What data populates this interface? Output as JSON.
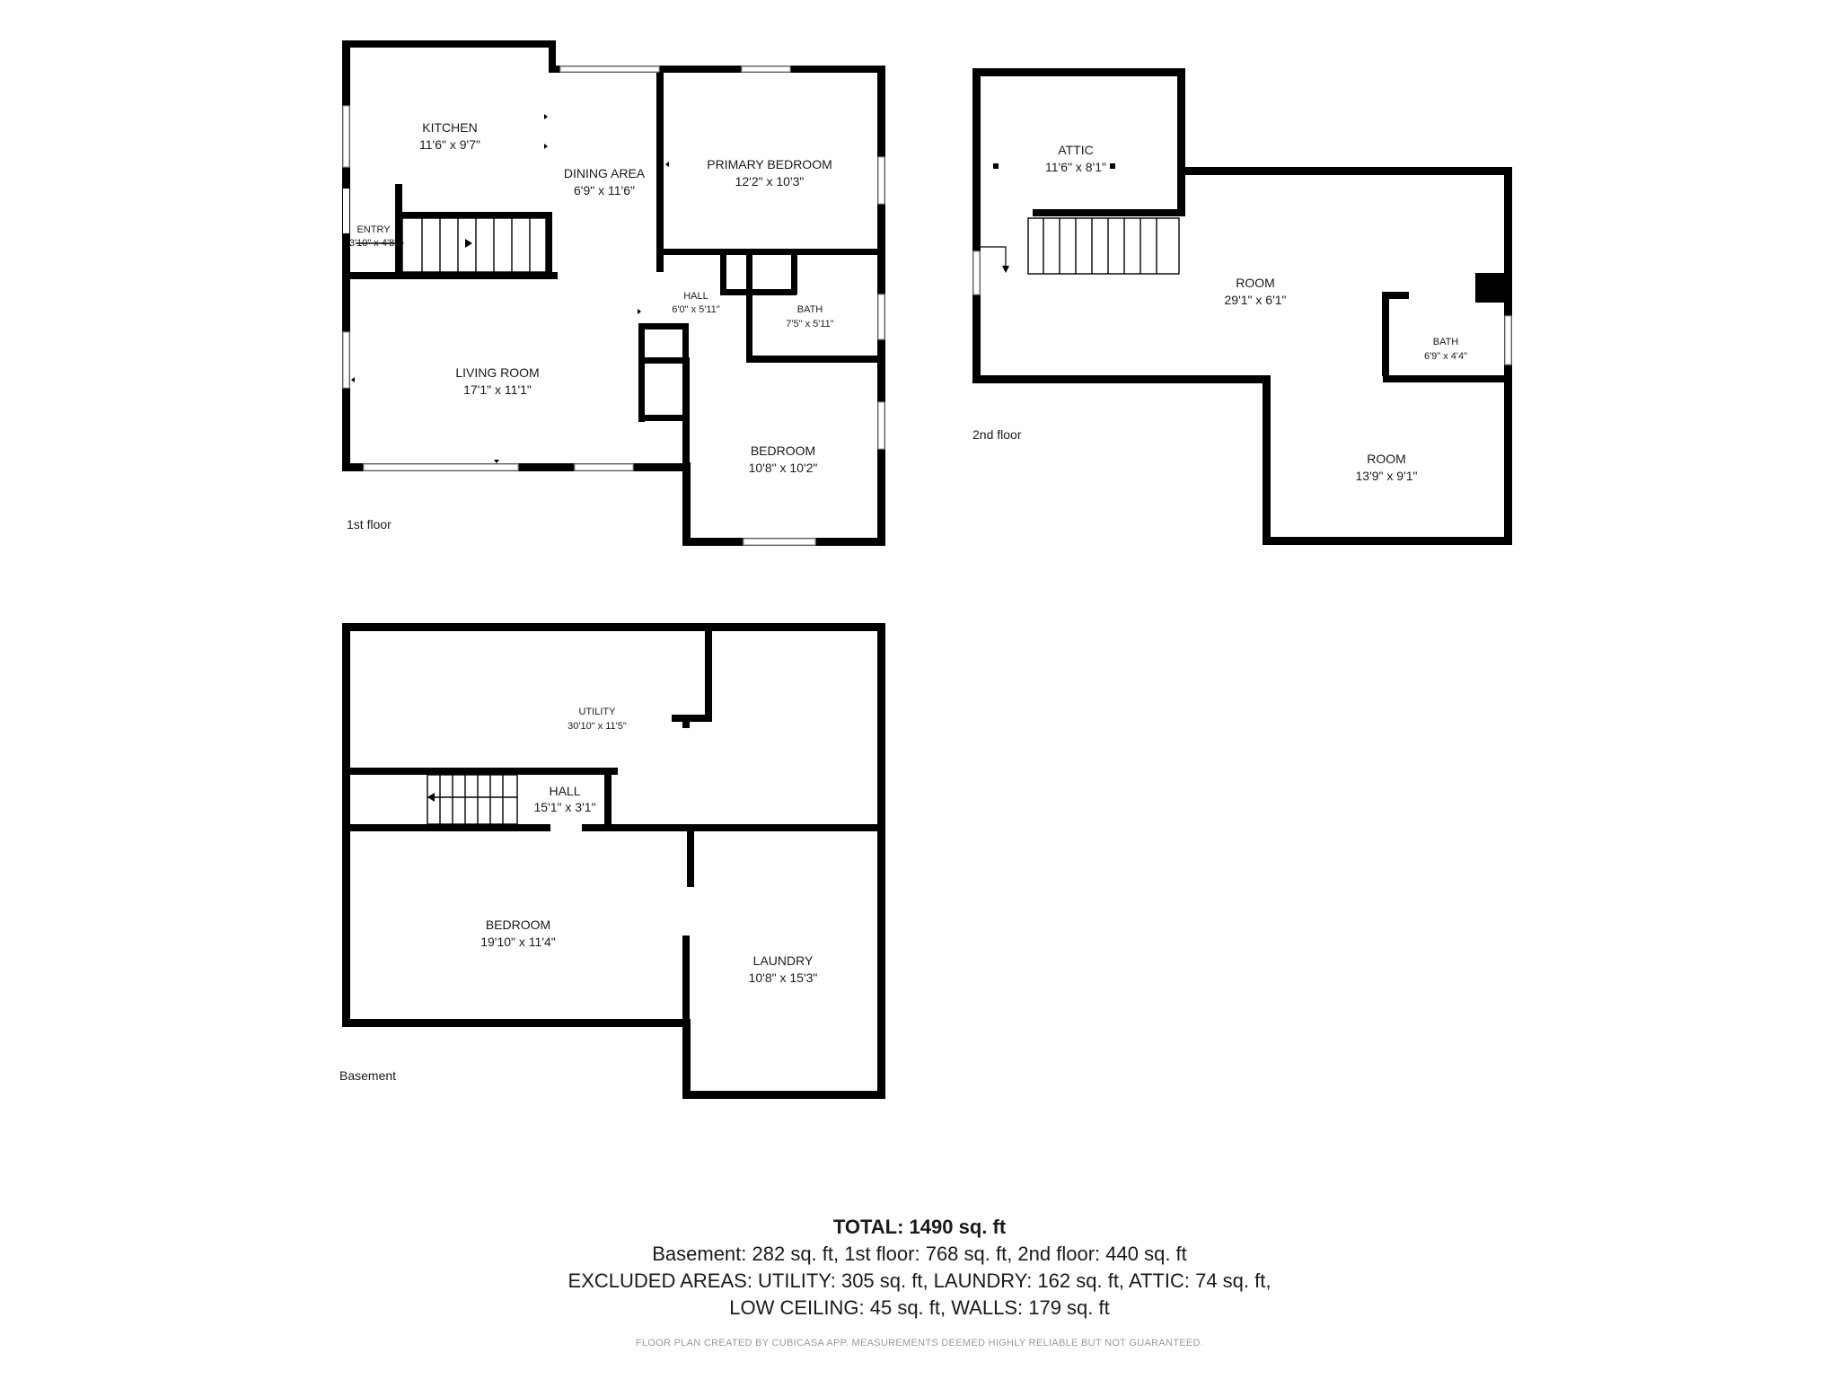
{
  "floors": {
    "first": {
      "name": "1st floor",
      "rooms": {
        "kitchen": {
          "name": "KITCHEN",
          "dims": "11'6\" x 9'7\""
        },
        "dining": {
          "name": "DINING AREA",
          "dims": "6'9\" x 11'6\""
        },
        "primary_bedroom": {
          "name": "PRIMARY BEDROOM",
          "dims": "12'2\" x 10'3\""
        },
        "entry": {
          "name": "ENTRY",
          "dims": "3'10\" x 4'8\""
        },
        "hall": {
          "name": "HALL",
          "dims": "6'0\" x 5'11\""
        },
        "bath": {
          "name": "BATH",
          "dims": "7'5\" x 5'11\""
        },
        "living": {
          "name": "LIVING ROOM",
          "dims": "17'1\" x 11'1\""
        },
        "bedroom": {
          "name": "BEDROOM",
          "dims": "10'8\" x 10'2\""
        }
      }
    },
    "second": {
      "name": "2nd floor",
      "rooms": {
        "attic": {
          "name": "ATTIC",
          "dims": "11'6\" x 8'1\""
        },
        "room_a": {
          "name": "ROOM",
          "dims": "29'1\" x 6'1\""
        },
        "bath": {
          "name": "BATH",
          "dims": "6'9\" x 4'4\""
        },
        "room_b": {
          "name": "ROOM",
          "dims": "13'9\" x 9'1\""
        }
      }
    },
    "basement": {
      "name": "Basement",
      "rooms": {
        "utility": {
          "name": "UTILITY",
          "dims": "30'10\" x 11'5\""
        },
        "hall": {
          "name": "HALL",
          "dims": "15'1\" x 3'1\""
        },
        "bedroom": {
          "name": "BEDROOM",
          "dims": "19'10\" x 11'4\""
        },
        "laundry": {
          "name": "LAUNDRY",
          "dims": "10'8\" x 15'3\""
        }
      }
    }
  },
  "summary": {
    "total": "TOTAL: 1490 sq. ft",
    "line1": "Basement: 282 sq. ft, 1st floor: 768 sq. ft, 2nd floor: 440 sq. ft",
    "line2": "EXCLUDED AREAS: UTILITY: 305 sq. ft, LAUNDRY: 162 sq. ft, ATTIC: 74 sq. ft,",
    "line3": "LOW CEILING: 45 sq. ft, WALLS: 179 sq. ft",
    "credit": "FLOOR PLAN CREATED BY CUBICASA APP. MEASUREMENTS DEEMED HIGHLY RELIABLE BUT NOT GUARANTEED."
  }
}
